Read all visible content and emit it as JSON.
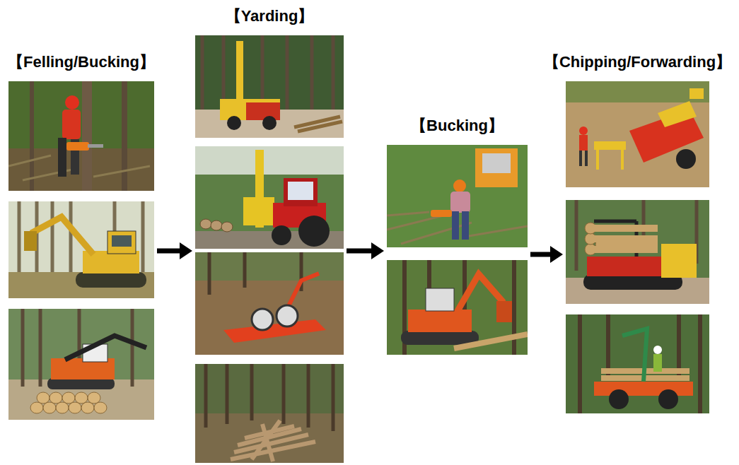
{
  "diagram": {
    "nodes": [
      {
        "text": [
          "【Felling/Bucking】"
        ]
      },
      {
        "text": [
          "【Yarding】"
        ]
      },
      {
        "text": [
          "【Bucking】"
        ]
      },
      {
        "text": [
          "【Chipping/Forwarding】"
        ]
      }
    ],
    "edges": [
      {
        "from": 0,
        "to": 1,
        "arrow": "to"
      },
      {
        "from": 1,
        "to": 2,
        "arrow": "to"
      },
      {
        "from": 2,
        "to": 3,
        "arrow": "to"
      }
    ]
  }
}
